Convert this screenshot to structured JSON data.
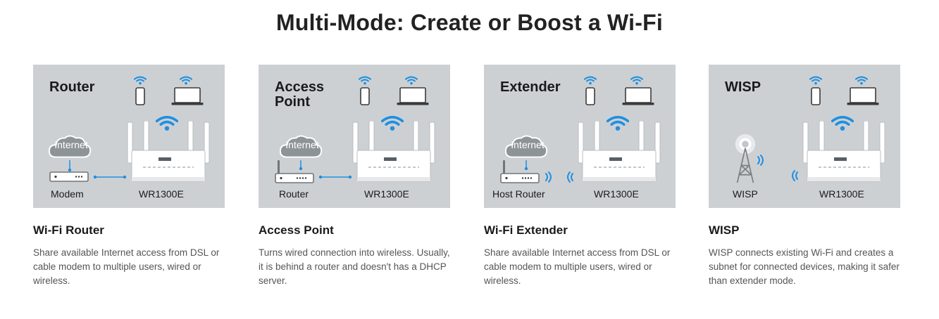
{
  "page": {
    "title": "Multi-Mode: Create or Boost a Wi-Fi"
  },
  "colors": {
    "diagram_bg": "#cdd0d3",
    "wifi_blue": "#1e8fe1",
    "cloud_gray": "#8e9398"
  },
  "cards": [
    {
      "mode_label": "Router",
      "left_device": "Modem",
      "right_device": "WR1300E",
      "cloud_label": "Internet",
      "title": "Wi-Fi Router",
      "description": "Share available Internet access from DSL or cable modem to multiple users, wired or wireless."
    },
    {
      "mode_label": "Access Point",
      "left_device": "Router",
      "right_device": "WR1300E",
      "cloud_label": "Internet",
      "title": "Access Point",
      "description": "Turns wired connection into wireless. Usually, it is behind a router and doesn't has a DHCP server."
    },
    {
      "mode_label": "Extender",
      "left_device": "Host Router",
      "right_device": "WR1300E",
      "cloud_label": "Internet",
      "title": "Wi-Fi Extender",
      "description": "Share available Internet access from DSL or cable modem to multiple users, wired or wireless."
    },
    {
      "mode_label": "WISP",
      "left_device": "WISP",
      "right_device": "WR1300E",
      "title": "WISP",
      "description": "WISP connects existing Wi-Fi and creates a subnet for connected devices, making it safer than extender mode."
    }
  ]
}
